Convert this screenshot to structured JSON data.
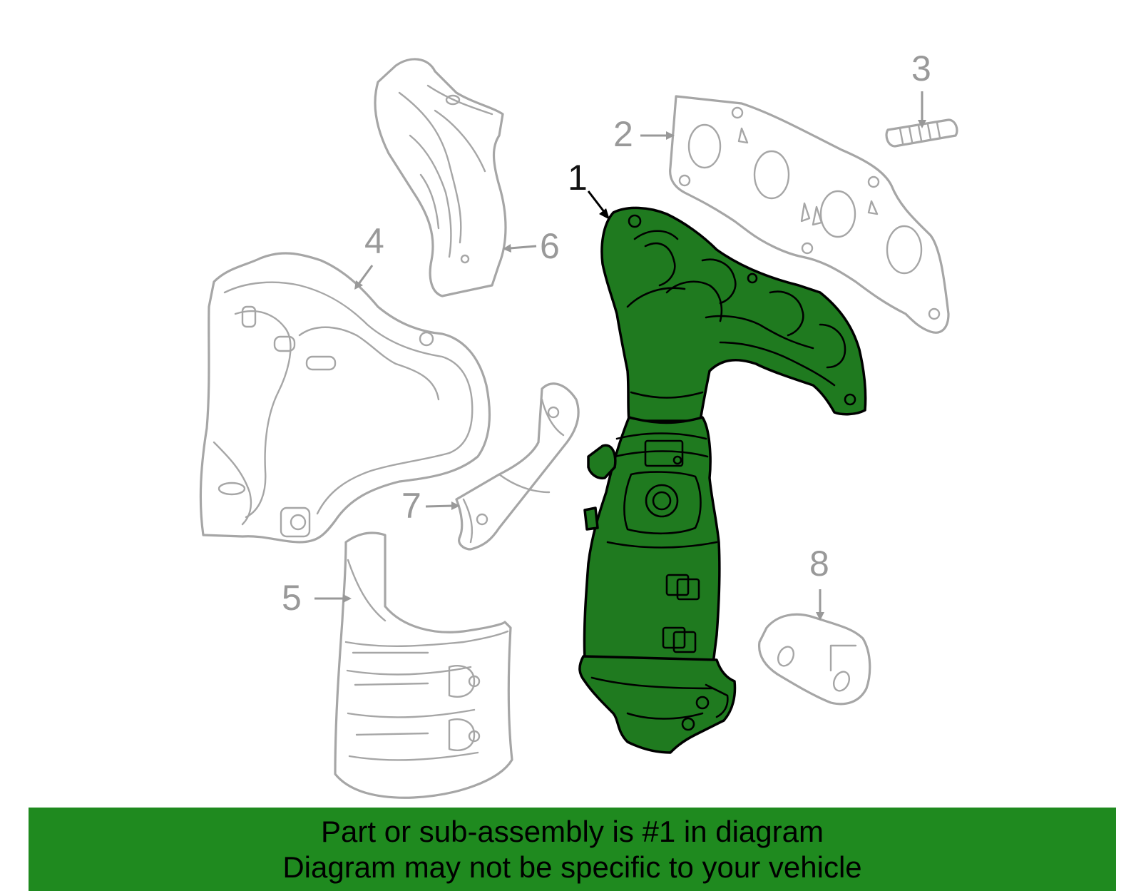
{
  "callouts": {
    "c1": "1",
    "c2": "2",
    "c3": "3",
    "c4": "4",
    "c5": "5",
    "c6": "6",
    "c7": "7",
    "c8": "8"
  },
  "banner": {
    "line1": "Part or sub-assembly is #1 in diagram",
    "line2": "Diagram may not be specific to your vehicle"
  },
  "colors": {
    "highlight_part": "#1f7a1f",
    "banner": "#1f8a1f",
    "other_parts_outline": "#a6a6a6"
  }
}
